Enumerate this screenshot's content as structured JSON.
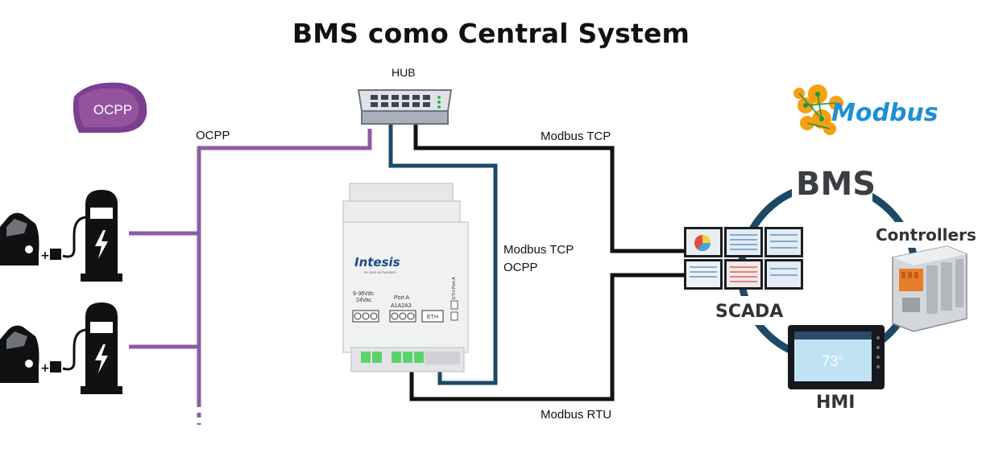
{
  "title": "BMS como Central System",
  "labels": {
    "hub": "HUB",
    "ocpp_line": "OCPP",
    "modbus_tcp_top": "Modbus TCP",
    "modbus_tcp_mid": "Modbus TCP",
    "ocpp_mid": "OCPP",
    "modbus_rtu": "Modbus RTU",
    "bms": "BMS",
    "controllers": "Controllers",
    "scada": "SCADA",
    "hmi": "HMI"
  },
  "logos": {
    "ocpp": "OCPP",
    "modbus": "Modbus"
  },
  "device": {
    "brand": "Intesis",
    "brand_sub": "BY HMS NETWORKS",
    "power_label": "9-36Vdc",
    "power_label2": "24Vac",
    "port_label": "Port A",
    "port_pins": "A1A2A3",
    "eth_label": "ETH",
    "eth_port_side": "ETH-Port A",
    "hmi_temp": "73°"
  },
  "colors": {
    "ocpp_line": "#8e5ba3",
    "modbus_tcp_line": "#1c4a66",
    "black_line": "#111111",
    "bms_ring": "#1c4a66",
    "modbus_logo": "#1e8fd6",
    "modbus_orange": "#f5a012"
  }
}
